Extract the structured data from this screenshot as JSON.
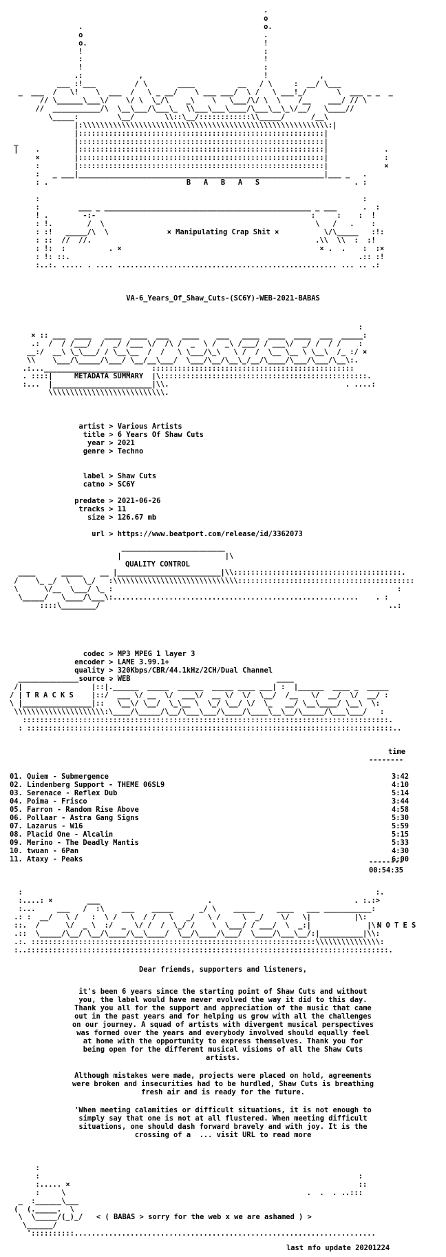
{
  "header": {
    "logo_letters": "B   A   B   A   S",
    "tagline": "× Manipulating Crap Shit ×",
    "release_name": "VA-6_Years_Of_Shaw_Cuts-(SC6Y)-WEB-2021-BABAS"
  },
  "metadata": {
    "section_title": "METADATA SUMMARY",
    "rows": [
      {
        "key": "artist",
        "value": "Various Artists"
      },
      {
        "key": "title",
        "value": "6 Years Of Shaw Cuts"
      },
      {
        "key": "year",
        "value": "2021"
      },
      {
        "key": "genre",
        "value": "Techno"
      },
      {
        "key": "label",
        "value": "Shaw Cuts"
      },
      {
        "key": "catno",
        "value": "SC6Y"
      },
      {
        "key": "predate",
        "value": "2021-06-26"
      },
      {
        "key": "tracks",
        "value": "11"
      },
      {
        "key": "size",
        "value": "126.67 mb"
      },
      {
        "key": "url",
        "value": "https://www.beatport.com/release/id/3362073"
      }
    ]
  },
  "quality": {
    "section_title": "QUALITY CONTROL",
    "rows": [
      {
        "key": "codec",
        "value": "MP3 MPEG 1 layer 3"
      },
      {
        "key": "encoder",
        "value": "LAME 3.99.1+"
      },
      {
        "key": "quality",
        "value": "320Kbps/CBR/44.1kHz/2CH/Dual Channel"
      },
      {
        "key": "source",
        "value": "WEB"
      }
    ]
  },
  "tracks": {
    "section_title": "T R A C K S",
    "time_header": "time",
    "items": [
      {
        "num": "01.",
        "title": "Quiem - Submergence",
        "time": "3:42"
      },
      {
        "num": "02.",
        "title": "Lindenberg Support - THEME 06SL9",
        "time": "4:10"
      },
      {
        "num": "03.",
        "title": "Serenace - Reflex Dub",
        "time": "5:14"
      },
      {
        "num": "04.",
        "title": "Poima - Frisco",
        "time": "3:44"
      },
      {
        "num": "05.",
        "title": "Farron - Random Rise Above",
        "time": "4:58"
      },
      {
        "num": "06.",
        "title": "Pollaar - Astra Gang Signs",
        "time": "5:30"
      },
      {
        "num": "07.",
        "title": "Lazarus - W16",
        "time": "5:59"
      },
      {
        "num": "08.",
        "title": "Placid One - Alcalin",
        "time": "5:15"
      },
      {
        "num": "09.",
        "title": "Merino - The Deadly Mantis",
        "time": "5:33"
      },
      {
        "num": "10.",
        "title": "twuan - 6Pan",
        "time": "4:30"
      },
      {
        "num": "11.",
        "title": "Ataxy - Peaks",
        "time": "6:00"
      }
    ],
    "total_time": "00:54:35"
  },
  "notes": {
    "section_title": "N O T E S",
    "greeting": "Dear friends, supporters and listeners,",
    "paragraph1": [
      "it's been 6 years since the starting point of Shaw Cuts and without",
      "you, the label would have never evolved the way it did to this day.",
      "Thank you all for the support and appreciation of the music that came",
      "out in the past years and for helping us grow with all the challenges",
      "on our journey. A squad of artists with divergent musical perspectives",
      "was formed over the years and everybody involved should equally feel",
      "at home with the opportunity to express themselves. Thank you for",
      "being open for the different musical visions of all the Shaw Cuts",
      "artists."
    ],
    "paragraph2": [
      "Although mistakes were made, projects were placed on hold, agreements",
      "were broken and insecurities had to be hurdled, Shaw Cuts is breathing",
      "fresh air and is ready for the future."
    ],
    "paragraph3": [
      "'When meeting calamities or difficult situations, it is not enough to",
      "simply say that one is not at all flustered. When meeting difficult",
      "situations, one should dash forward bravely and with joy. It is the",
      "crossing of a  ... visit URL to read more"
    ]
  },
  "footer": {
    "sign": "< ( BABAS > sorry for the web x we are ashamed ) >",
    "update": "last nfo update 20201224"
  }
}
